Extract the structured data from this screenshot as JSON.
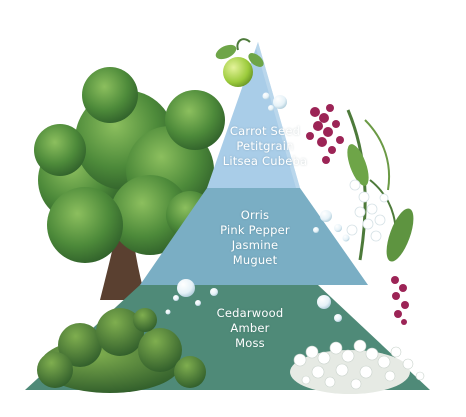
{
  "pyramid": {
    "top": {
      "notes": [
        "Carrot Seed",
        "Petitgrain",
        "Litsea Cubeba"
      ],
      "color": "#a9cde8"
    },
    "middle": {
      "notes": [
        "Orris",
        "Pink Pepper",
        "Jasmine",
        "Muguet"
      ],
      "color": "#7aaec4"
    },
    "base": {
      "notes": [
        "Cedarwood",
        "Amber",
        "Moss"
      ],
      "color": "#4f8a78"
    }
  },
  "illustrations": {
    "top_icon": "lime-fruit-icon",
    "left_icon": "tree-icon",
    "right_icon": "lilac-lily-of-the-valley-icon",
    "base_icon": "moss-bush-icon",
    "base_right_icon": "white-flower-cluster-icon"
  }
}
